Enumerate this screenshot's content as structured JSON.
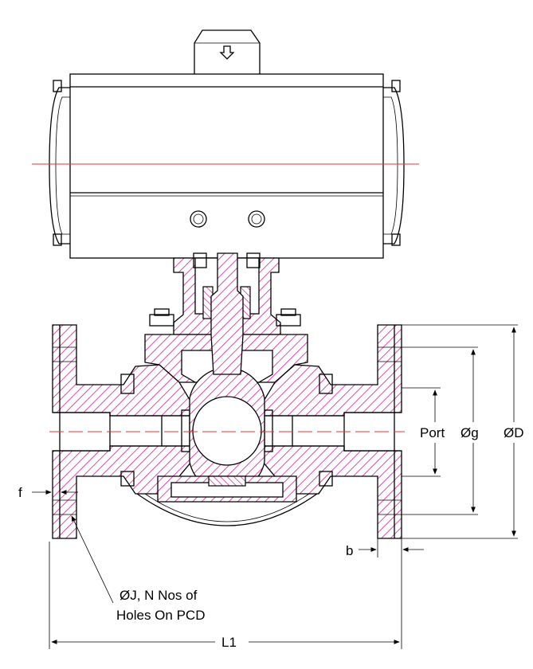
{
  "labels": {
    "port": "Port",
    "dia_g": "Øg",
    "dia_d": "ØD",
    "face_f": "f",
    "thick_b": "b",
    "holes_line1": "ØJ, N Nos of",
    "holes_line2": "Holes On PCD",
    "length": "L1"
  },
  "colors": {
    "hatch": "#d6209c",
    "centerline": "#e53935",
    "outline": "#000000"
  },
  "icons": {
    "actuator_port": "arrow-down-icon"
  }
}
